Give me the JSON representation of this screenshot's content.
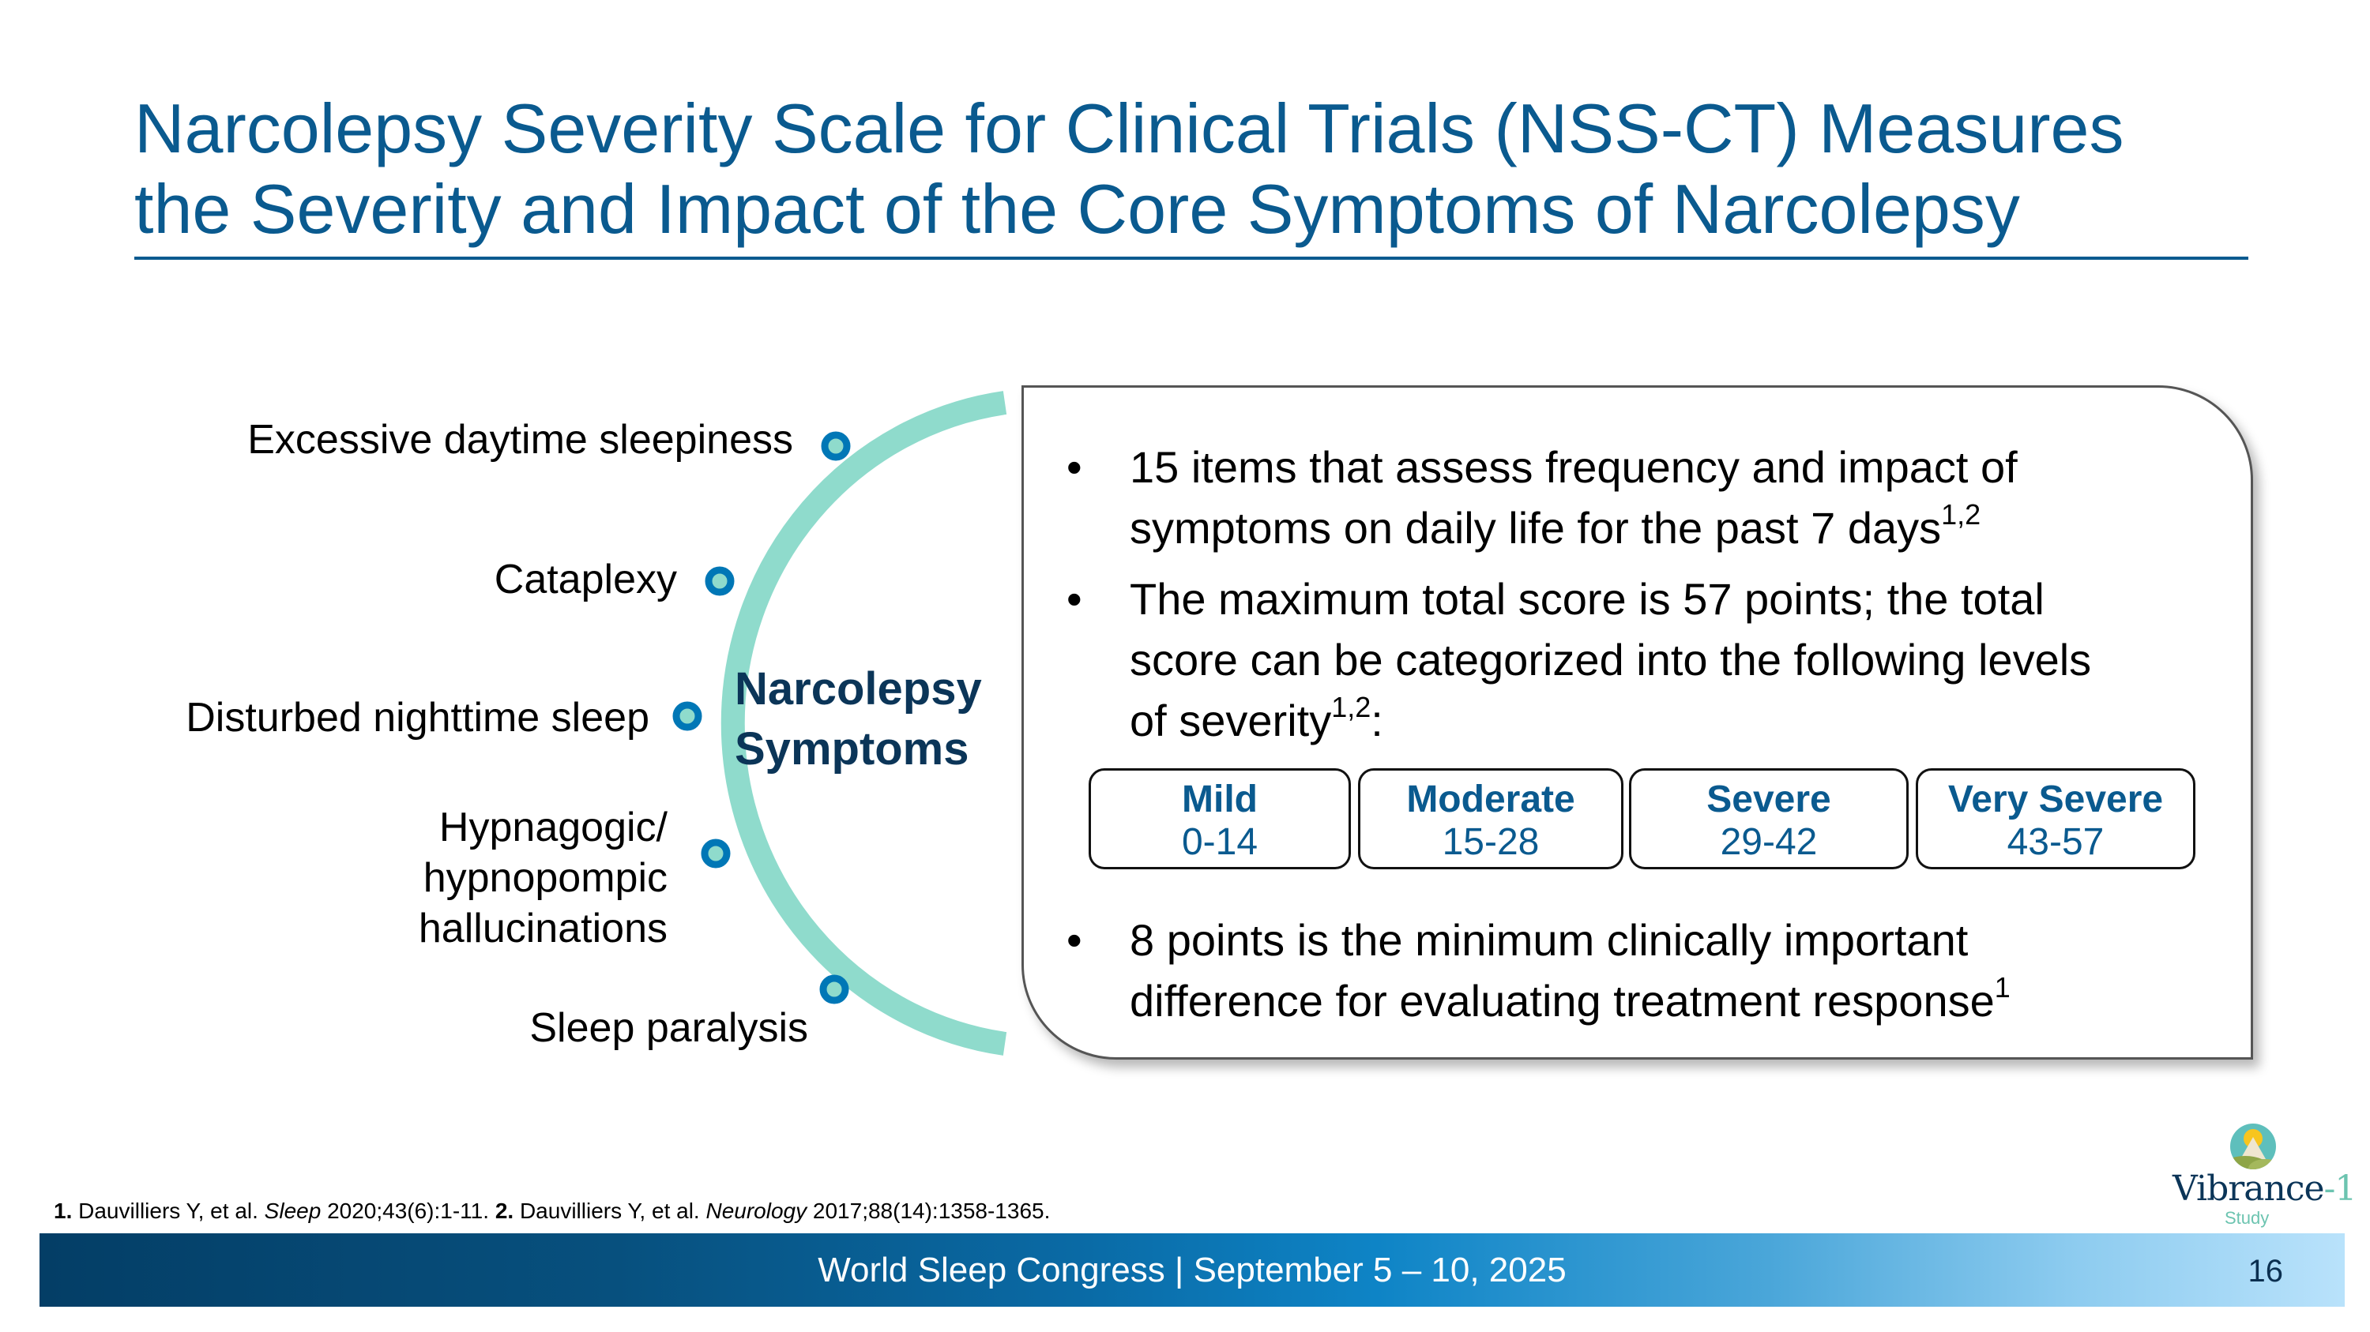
{
  "title": {
    "line1": "Narcolepsy Severity Scale for Clinical Trials (NSS-CT) Measures",
    "line2": "the Severity and Impact of the Core Symptoms of Narcolepsy"
  },
  "diagram": {
    "center_label_line1": "Narcolepsy",
    "center_label_line2": "Symptoms",
    "symptoms": [
      {
        "label": "Excessive daytime sleepiness"
      },
      {
        "label": "Cataplexy"
      },
      {
        "label": "Disturbed nighttime sleep"
      },
      {
        "label_lines": [
          "Hypnagogic/",
          "hypnopompic",
          "hallucinations"
        ]
      },
      {
        "label": "Sleep paralysis"
      }
    ],
    "arc_color": "#8fdbcc",
    "node_color": "#0077b6"
  },
  "panel": {
    "bullets": [
      {
        "lines": [
          "15 items that assess frequency and impact of",
          "symptoms on daily life for the past 7 days"
        ],
        "sup": "1,2"
      },
      {
        "lines": [
          "The maximum total score is 57 points; the total",
          "score can be categorized into the following levels",
          "of severity"
        ],
        "sup": "1,2",
        "suffix": ":"
      },
      {
        "lines": [
          "8 points is the minimum clinically important",
          "difference for evaluating treatment response"
        ],
        "sup": "1"
      }
    ],
    "bullet_glyph": "•",
    "severity_levels": [
      {
        "level": "Mild",
        "range": "0-14"
      },
      {
        "level": "Moderate",
        "range": "15-28"
      },
      {
        "level": "Severe",
        "range": "29-42"
      },
      {
        "level": "Very Severe",
        "range": "43-57"
      }
    ]
  },
  "references": {
    "ref1_num": "1.",
    "ref1_text": " Dauvilliers Y, et al. ",
    "ref1_journal": "Sleep",
    "ref1_cite": " 2020;43(6):1-11. ",
    "ref2_num": "2.",
    "ref2_text": " Dauvilliers Y, et al. ",
    "ref2_journal": "Neurology",
    "ref2_cite": " 2017;88(14):1358-1365."
  },
  "logo": {
    "word": "Vibrance",
    "suffix": "-1",
    "subtitle": "Study"
  },
  "footer": {
    "text": "World Sleep Congress | September 5 – 10, 2025",
    "page_number": "16"
  }
}
